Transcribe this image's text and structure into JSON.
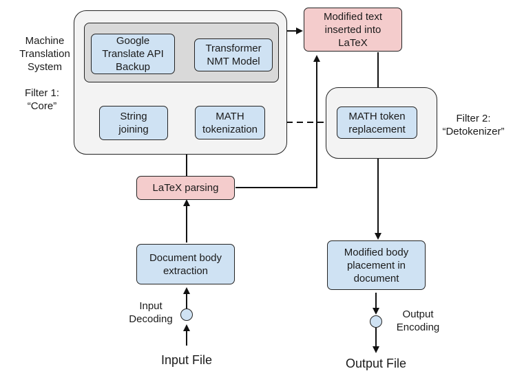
{
  "nodes": {
    "google": "Google\nTranslate API\nBackup",
    "transformer": "Transformer\nNMT Model",
    "string_joining": "String\njoining",
    "math_tokenization": "MATH\ntokenization",
    "latex_parsing": "LaTeX parsing",
    "document_body_extraction": "Document body\nextraction",
    "modified_text": "Modified text\ninserted into\nLaTeX",
    "math_token_replacement": "MATH token\nreplacement",
    "modified_body_placement": "Modified body\nplacement in\ndocument"
  },
  "labels": {
    "machine_translation_system": "Machine\nTranslation\nSystem",
    "filter1": "Filter 1:\n“Core”",
    "filter2": "Filter 2:\n“Detokenizer”",
    "input_decoding": "Input\nDecoding",
    "output_encoding": "Output\nEncoding",
    "input_file": "Input File",
    "output_file": "Output File"
  },
  "colors": {
    "node_blue": "#cfe2f3",
    "node_pink": "#f4cccc",
    "container_gray": "#f3f3f3",
    "inner_gray": "#d9d9d9"
  }
}
